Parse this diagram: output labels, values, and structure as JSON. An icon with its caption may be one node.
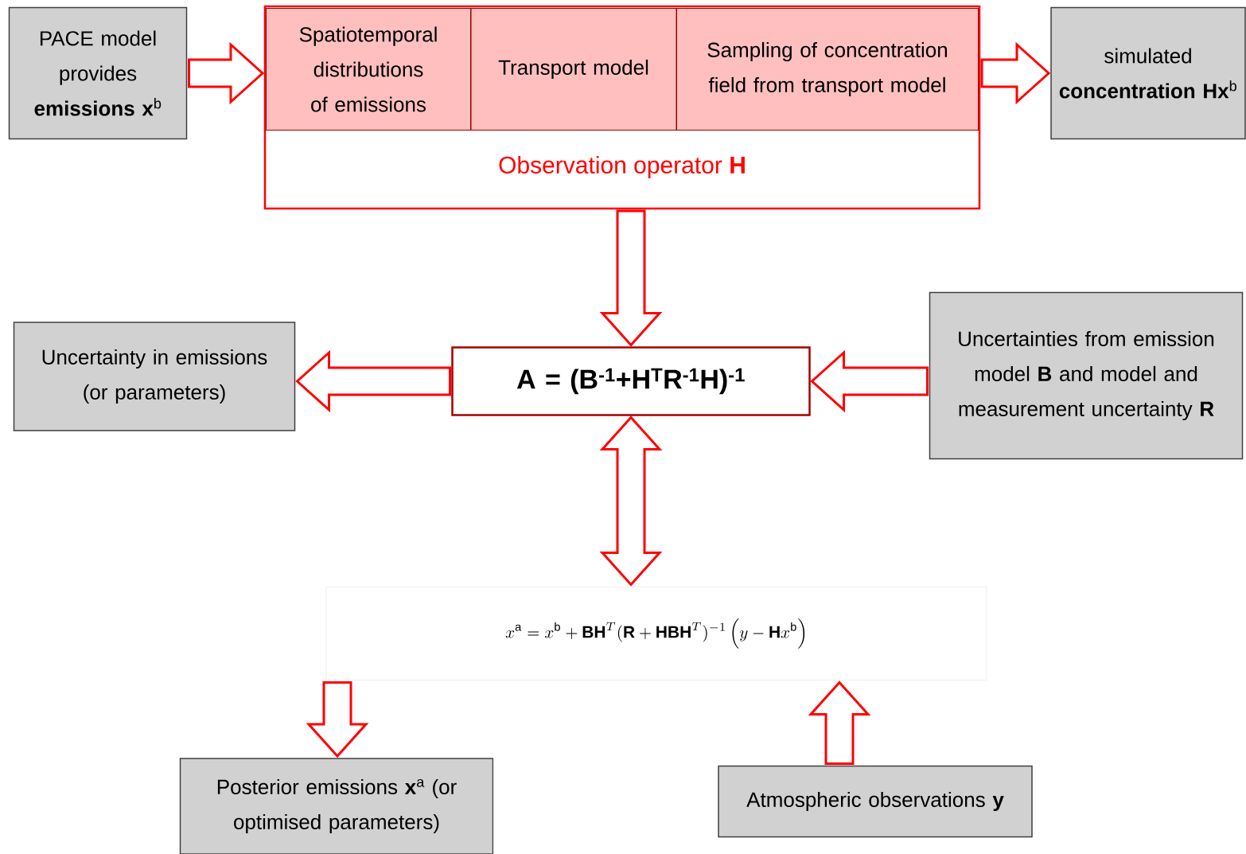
{
  "diagram": {
    "nodes": [
      {
        "text": [
          "PACE model provides **emissions x**$^{b}$"
        ]
      },
      {
        "text": [
          "Observation operator **H**"
        ]
      },
      {
        "text": [
          "Spatiotemporal distributions of emissions"
        ],
        "in": 1
      },
      {
        "text": [
          "Transport model"
        ],
        "in": 1
      },
      {
        "text": [
          "Sampling of concentration field from transport model"
        ],
        "in": 1
      },
      {
        "text": [
          "simulated **concentration Hx**$^{b}$"
        ]
      },
      {
        "text": [
          "Uncertainty in emissions (or parameters)"
        ]
      },
      {
        "text": [
          "A = (B$^{-1}$+H$^{T}$R$^{-1}$H)$^{-1}$"
        ]
      },
      {
        "text": [
          "Uncertainties from emission model **B** and model and measurement uncertainty **R**"
        ]
      },
      {
        "text": [
          "x^{\\mathrm{a}} = x^{\\mathrm{b}} + \\mathbf{BH}^{T}(\\mathbf{R}+\\mathbf{HBH}^{T})^{-1}\\left(y - \\mathbf{H}x^{\\mathrm{b}}\\right)"
        ]
      },
      {
        "text": [
          "Posterior emissions **x**$^{a}$ (or optimised parameters)"
        ]
      },
      {
        "text": [
          "Atmospheric observations **y**"
        ]
      }
    ],
    "edges": [
      {
        "from": 0,
        "to": 1,
        "arrow": "to"
      },
      {
        "from": 1,
        "to": 5,
        "arrow": "to"
      },
      {
        "from": 1,
        "to": 7,
        "arrow": "to"
      },
      {
        "from": 7,
        "to": 6,
        "arrow": "to"
      },
      {
        "from": 8,
        "to": 7,
        "arrow": "to"
      },
      {
        "from": 7,
        "to": 9,
        "arrow": "both"
      },
      {
        "from": 9,
        "to": 10,
        "arrow": "to"
      },
      {
        "from": 11,
        "to": 9,
        "arrow": "to"
      }
    ]
  }
}
